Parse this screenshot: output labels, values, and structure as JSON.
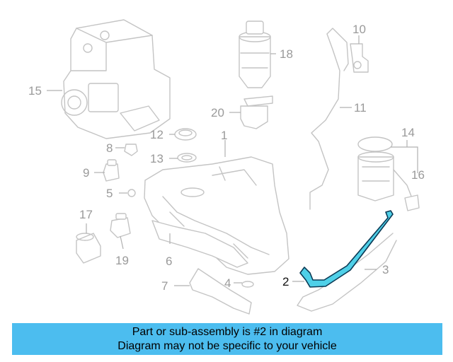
{
  "diagram": {
    "callouts": [
      "1",
      "2",
      "3",
      "4",
      "5",
      "6",
      "7",
      "8",
      "9",
      "10",
      "11",
      "12",
      "13",
      "14",
      "15",
      "16",
      "17",
      "18",
      "19",
      "20"
    ],
    "highlighted_callout": "2",
    "highlight_color": "#4fd0e8"
  },
  "banner": {
    "line1": "Part or sub-assembly is #2 in diagram",
    "line2": "Diagram may not be specific to your vehicle",
    "background": "#4cbdef"
  }
}
